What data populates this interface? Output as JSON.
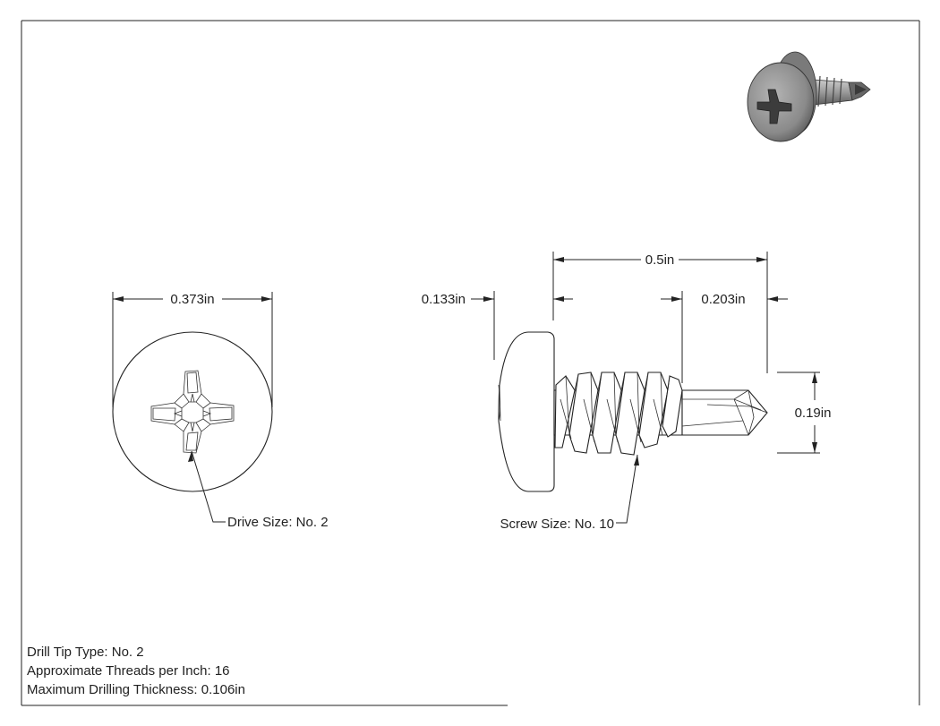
{
  "dimensions": {
    "head_diameter": "0.373in",
    "head_height": "0.133in",
    "overall_length": "0.5in",
    "drill_point_length": "0.203in",
    "thread_diameter": "0.19in"
  },
  "callouts": {
    "drive_size": "Drive Size: No. 2",
    "screw_size": "Screw Size: No. 10"
  },
  "notes": {
    "drill_tip_type": "Drill Tip Type: No. 2",
    "threads_per_inch": "Approximate Threads per Inch: 16",
    "max_drilling_thickness": "Maximum Drilling Thickness: 0.106in"
  },
  "colors": {
    "line": "#222222",
    "render_body": "#8a8a8a",
    "render_dark": "#4a4a4a",
    "render_light": "#c8c8c8"
  }
}
